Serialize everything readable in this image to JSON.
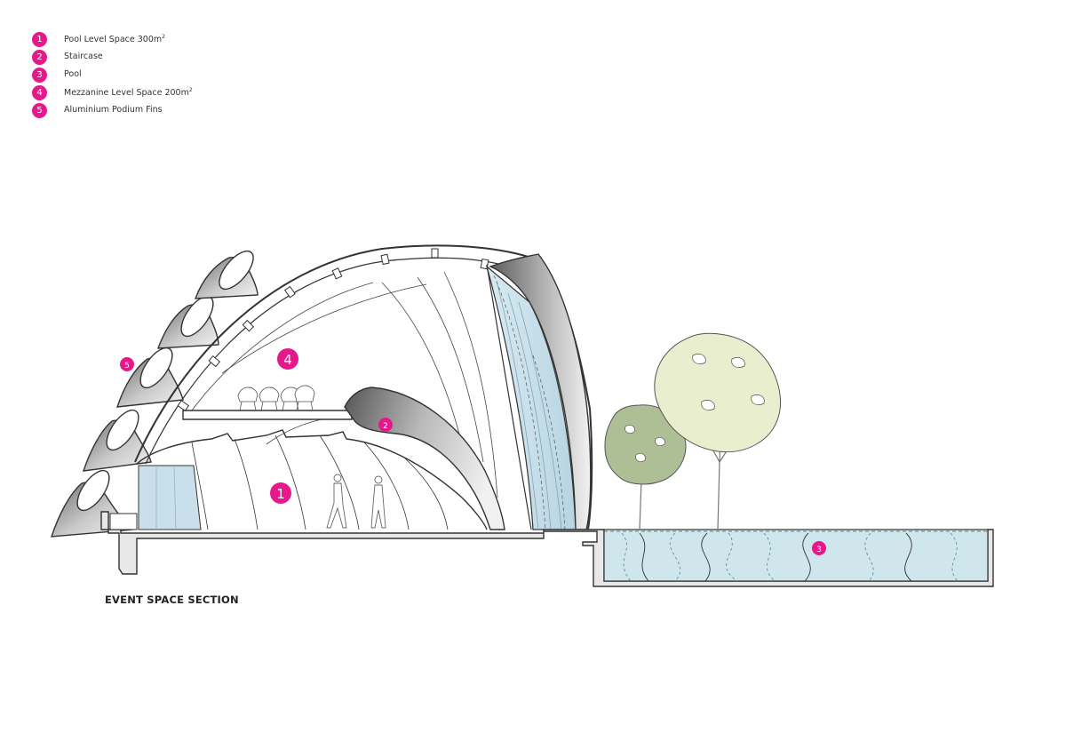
{
  "legend": {
    "items": [
      {
        "number": "1",
        "label": "Pool  Level Space 300m",
        "sup": "2"
      },
      {
        "number": "2",
        "label": "Staircase",
        "sup": ""
      },
      {
        "number": "3",
        "label": "Pool",
        "sup": ""
      },
      {
        "number": "4",
        "label": "Mezzanine Level Space 200m",
        "sup": "2"
      },
      {
        "number": "5",
        "label": "Aluminium Podium Fins",
        "sup": ""
      }
    ]
  },
  "markers": {
    "m1": "1",
    "m2": "2",
    "m3": "3",
    "m4": "4",
    "m5": "5"
  },
  "section_title": "EVENT SPACE SECTION",
  "colors": {
    "accent": "#e5198a",
    "pool_water": "#cfe6ec",
    "glass": "#c4dde8",
    "tree_green": "#aebf96",
    "tree_yellow": "#e9eecf",
    "line": "#333333"
  }
}
